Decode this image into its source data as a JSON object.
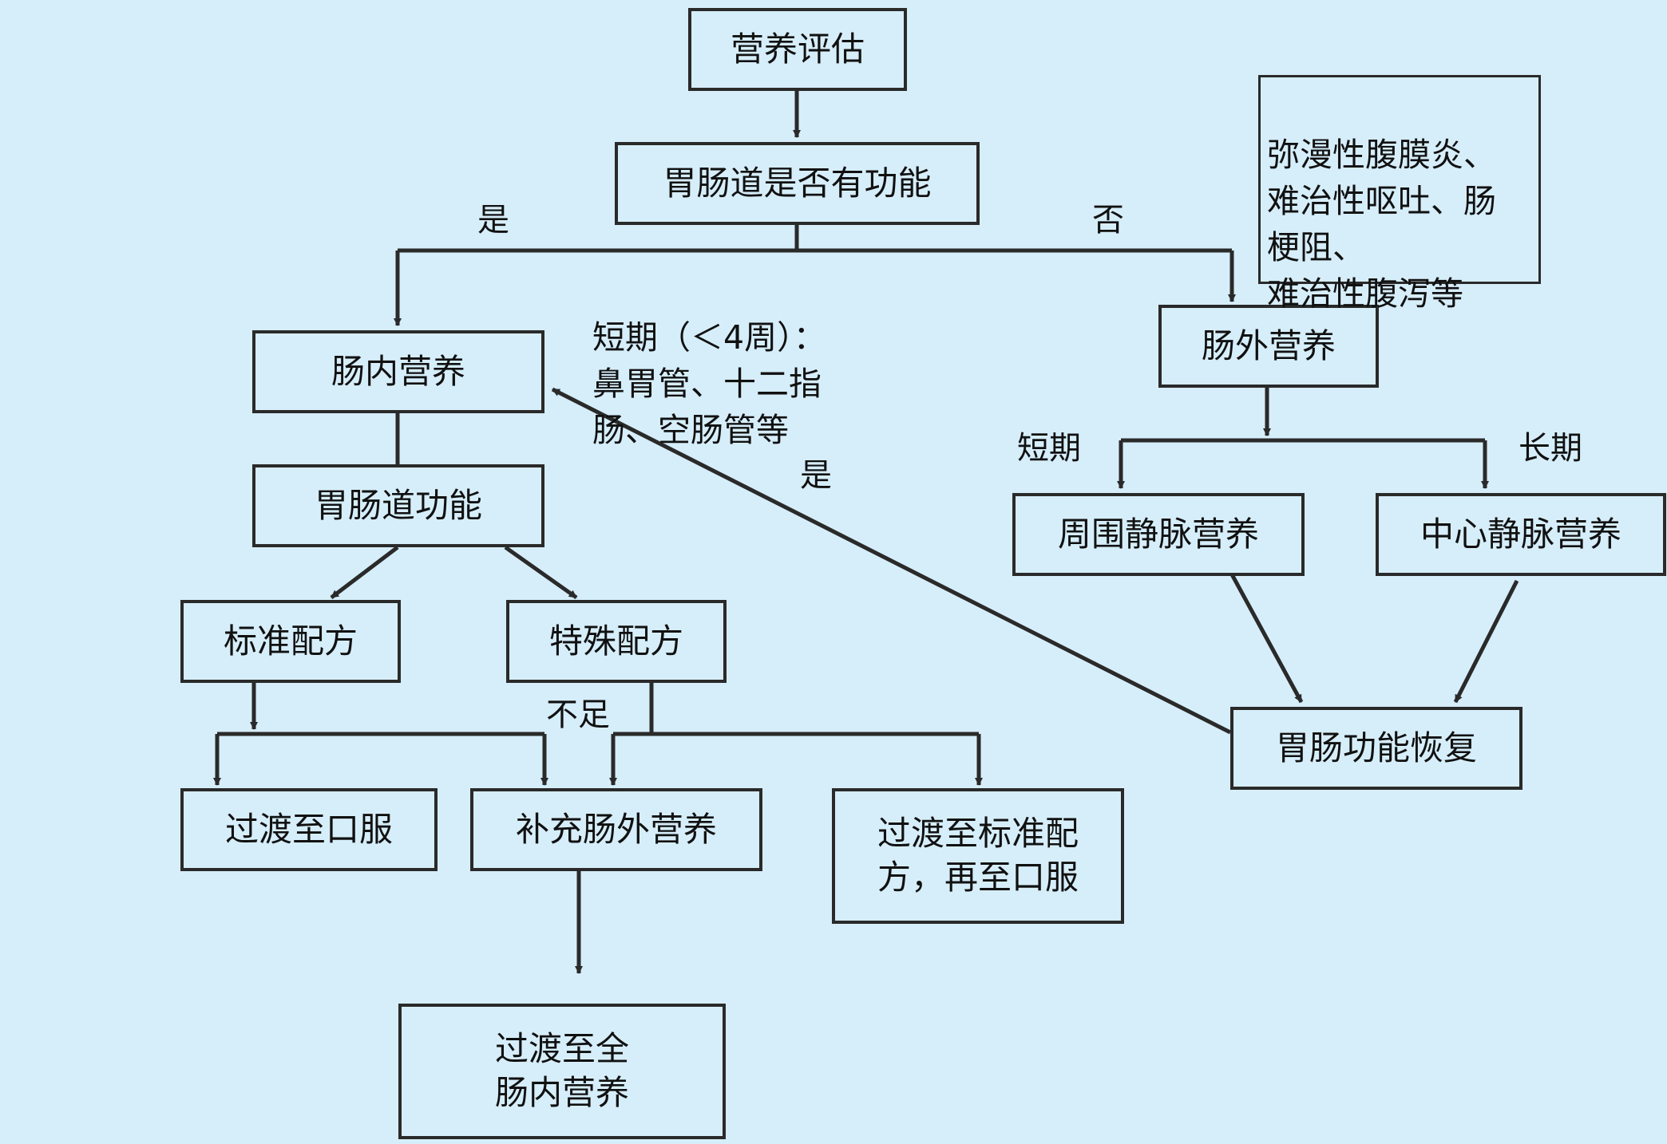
{
  "nodes": {
    "assess": "营养评估",
    "gi_function_q": "胃肠道是否有功能",
    "enteral": "肠内营养",
    "parenteral": "肠外营养",
    "gi_function": "胃肠道功能",
    "standard_formula": "标准配方",
    "special_formula": "特殊配方",
    "to_oral": "过渡至口服",
    "supplement_pn": "补充肠外营养",
    "to_standard_then_oral": "过渡至标准配\n方，再至口服",
    "to_full_en": "过渡至全\n肠内营养",
    "peripheral_pn": "周围静脉营养",
    "central_pn": "中心静脉营养",
    "gi_recovery": "胃肠功能恢复"
  },
  "notes": {
    "contraindications": "弥漫性腹膜炎、\n难治性呕吐、肠\n梗阻、\n难治性腹泻等",
    "short_term_tubes": "短期（＜4周）：\n鼻胃管、十二指\n肠、空肠管等"
  },
  "labels": {
    "yes_left": "是",
    "no_right": "否",
    "short_term": "短期",
    "long_term": "长期",
    "yes_return": "是",
    "insufficient": "不足"
  }
}
